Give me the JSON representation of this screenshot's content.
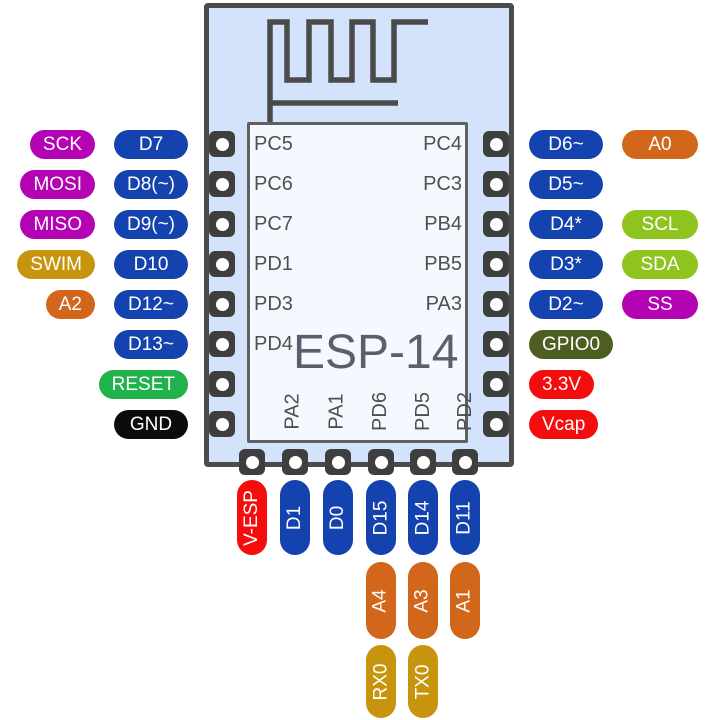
{
  "chip": {
    "title": "ESP-14"
  },
  "palette": {
    "blue": "#1442ae",
    "magenta": "#b303b3",
    "gold": "#c7940d",
    "orange": "#d2671c",
    "green": "#21b24c",
    "lime": "#8fc31e",
    "olive": "#4d5f20",
    "red": "#f50d0d",
    "black": "#0c0c0c",
    "module_fill": "#d3e3fb",
    "module_border": "#4b4b4b",
    "chip_fill": "#f5f8fe",
    "chip_text": "#4f4f4f",
    "pill_text": "#ffffff"
  },
  "left": {
    "rows": [
      {
        "alt": {
          "text": "SCK",
          "color": "magenta"
        },
        "pin": {
          "text": "D7",
          "color": "blue"
        },
        "chip": "PC5"
      },
      {
        "alt": {
          "text": "MOSI",
          "color": "magenta"
        },
        "pin": {
          "text": "D8(~)",
          "color": "blue"
        },
        "chip": "PC6"
      },
      {
        "alt": {
          "text": "MISO",
          "color": "magenta"
        },
        "pin": {
          "text": "D9(~)",
          "color": "blue"
        },
        "chip": "PC7"
      },
      {
        "alt": {
          "text": "SWIM",
          "color": "gold"
        },
        "pin": {
          "text": "D10",
          "color": "blue"
        },
        "chip": "PD1"
      },
      {
        "alt": {
          "text": "A2",
          "color": "orange"
        },
        "pin": {
          "text": "D12~",
          "color": "blue"
        },
        "chip": "PD3"
      },
      {
        "pin": {
          "text": "D13~",
          "color": "blue"
        },
        "chip": "PD4"
      },
      {
        "pin": {
          "text": "RESET",
          "color": "green"
        }
      },
      {
        "pin": {
          "text": "GND",
          "color": "black"
        }
      }
    ]
  },
  "right": {
    "rows": [
      {
        "pin": {
          "text": "D6~",
          "color": "blue"
        },
        "alt": {
          "text": "A0",
          "color": "orange"
        },
        "chip": "PC4"
      },
      {
        "pin": {
          "text": "D5~",
          "color": "blue"
        },
        "chip": "PC3"
      },
      {
        "pin": {
          "text": "D4*",
          "color": "blue"
        },
        "alt": {
          "text": "SCL",
          "color": "lime"
        },
        "chip": "PB4"
      },
      {
        "pin": {
          "text": "D3*",
          "color": "blue"
        },
        "alt": {
          "text": "SDA",
          "color": "lime"
        },
        "chip": "PB5"
      },
      {
        "pin": {
          "text": "D2~",
          "color": "blue"
        },
        "alt": {
          "text": "SS",
          "color": "magenta"
        },
        "chip": "PA3"
      },
      {
        "pin": {
          "text": "GPIO0",
          "color": "olive"
        }
      },
      {
        "pin": {
          "text": "3.3V",
          "color": "red"
        }
      },
      {
        "pin": {
          "text": "Vcap",
          "color": "red"
        }
      }
    ]
  },
  "bottom": {
    "cols": [
      {
        "pin": {
          "text": "V-ESP",
          "color": "red"
        }
      },
      {
        "pin": {
          "text": "D1",
          "color": "blue"
        },
        "chip": "PA2"
      },
      {
        "pin": {
          "text": "D0",
          "color": "blue"
        },
        "chip": "PA1"
      },
      {
        "pin": {
          "text": "D15",
          "color": "blue"
        },
        "analog": {
          "text": "A4",
          "color": "orange"
        },
        "serial": {
          "text": "RX0",
          "color": "gold"
        },
        "chip": "PD6"
      },
      {
        "pin": {
          "text": "D14",
          "color": "blue"
        },
        "analog": {
          "text": "A3",
          "color": "orange"
        },
        "serial": {
          "text": "TX0",
          "color": "gold"
        },
        "chip": "PD5"
      },
      {
        "pin": {
          "text": "D11",
          "color": "blue"
        },
        "analog": {
          "text": "A1",
          "color": "orange"
        },
        "chip": "PD2"
      }
    ]
  }
}
